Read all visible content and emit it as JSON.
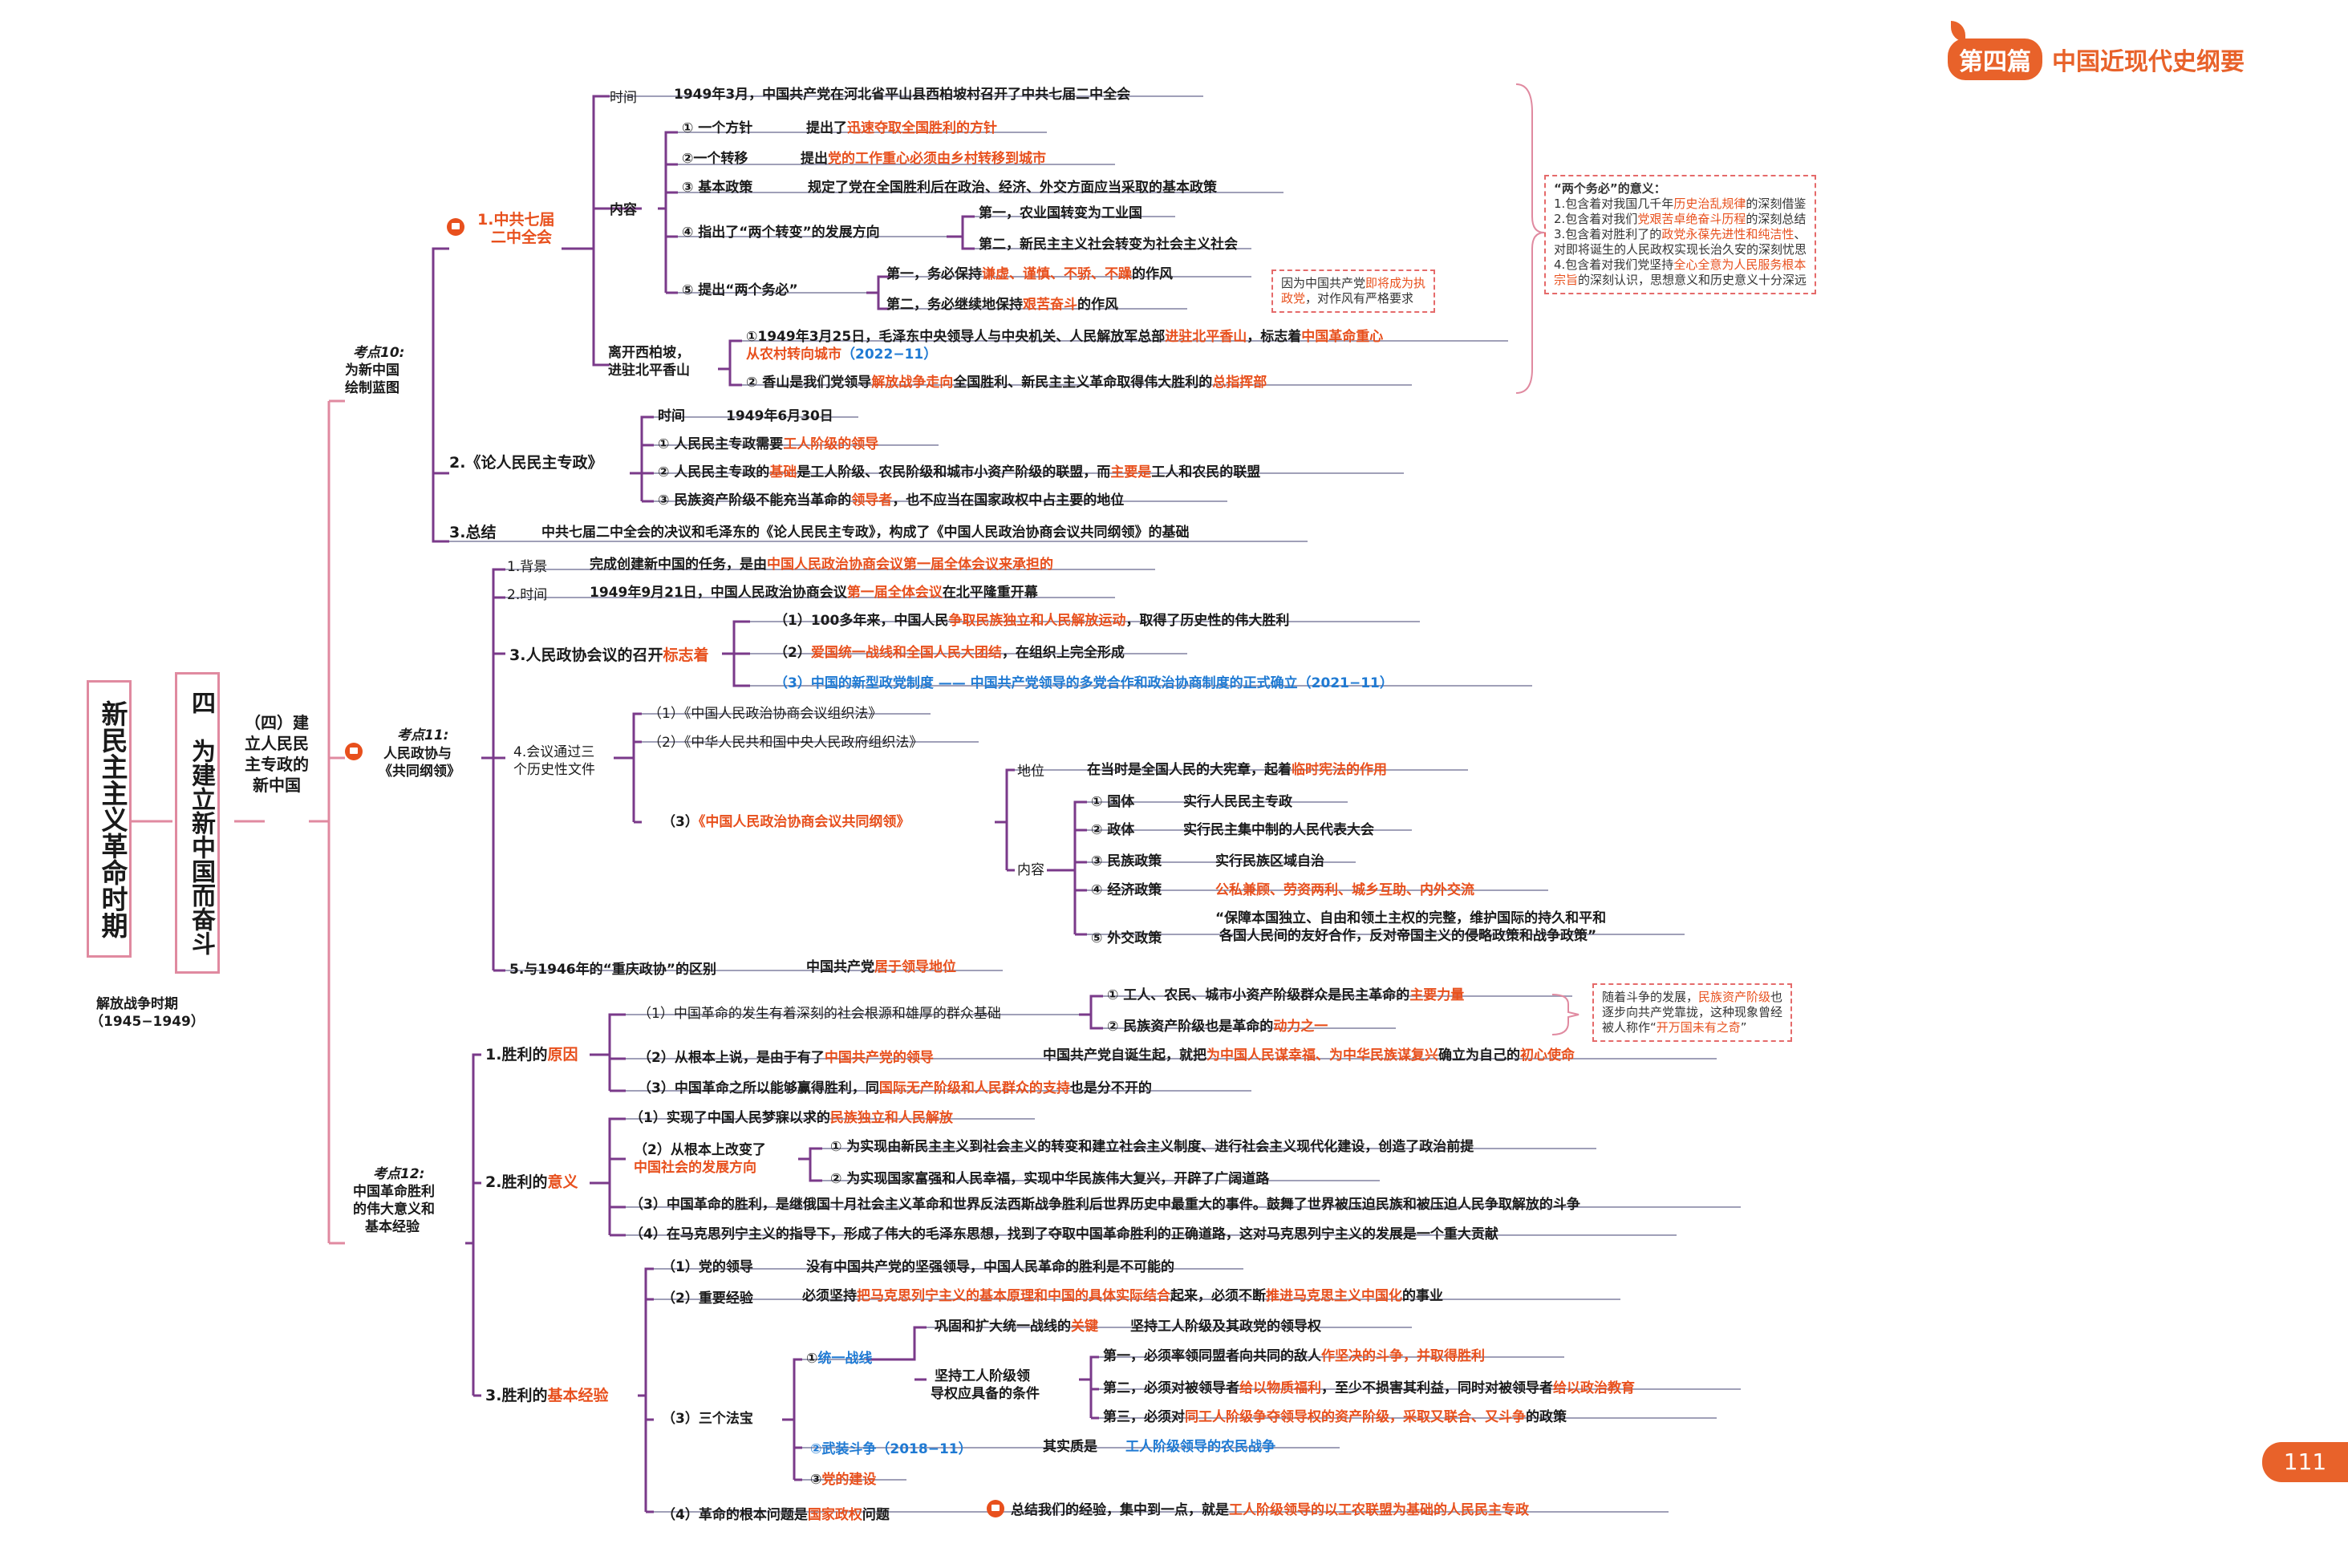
{
  "header": {
    "badge": "第四篇",
    "title": "中国近现代史纲要"
  },
  "page_number": "111",
  "left": {
    "period_title": "新民主主义革命时期",
    "period_years": "解放战争时期",
    "period_years2": "（1945−1949）",
    "chapter": "四　为建立新中国而奋斗",
    "section": "（四）建立人民民主专政的新中国"
  },
  "kd10": {
    "tag": "考点10:",
    "title1": "为新中国",
    "title2": "绘制蓝图",
    "s1": {
      "label1": "1.中共七届",
      "label2": "二中全会",
      "time_label": "时间",
      "time_value": "1949年3月，中国共产党在河北省平山县西柏坡村召开了中共七届二中全会",
      "content_label": "内容",
      "p1_label": "① 一个方针",
      "p1_pre": "提出了",
      "p1_hl": "迅速夺取全国胜利的方针",
      "p2_label": "②一个转移",
      "p2_pre": "提出",
      "p2_hl": "党的工作重心必须由乡村转移到城市",
      "p3_label": "③ 基本政策",
      "p3_text": "规定了党在全国胜利后在政治、经济、外交方面应当采取的基本政策",
      "p4_label": "④ 指出了“两个转变”的发展方向",
      "p4_a": "第一，农业国转变为工业国",
      "p4_b": "第二，新民主主义社会转变为社会主义社会",
      "p5_label": "⑤ 提出“两个务必”",
      "p5_a_pre": "第一，务必保持",
      "p5_a_hl": "谦虚、谨慎、不骄、不躁",
      "p5_a_post": "的作风",
      "p5_b_pre": "第二，务必继续地保持",
      "p5_b_hl": "艰苦奋斗",
      "p5_b_post": "的作风",
      "p5_note_pre": "因为中国共产党",
      "p5_note_hl": "即将成为执",
      "p5_note_hl2": "政党",
      "p5_note_post": "，对作风有严格要求",
      "leave_label1": "离开西柏坡，",
      "leave_label2": "进驻北平香山",
      "l1_pre": "①1949年3月25日，毛泽东中央领导人与中央机关、人民解放军总部",
      "l1_hl": "进驻北平香山",
      "l1_mid": "，标志着",
      "l1_hl2": "中国革命重心",
      "l1_hl3": "从农村转向城市",
      "l1_year": "（2022−11）",
      "l2_pre": "② 香山是我们党领导",
      "l2_hl": "解放战争走向",
      "l2_mid": "全国胜利、新民主主义革命取得伟大胜利的",
      "l2_hl2": "总指挥部"
    },
    "s2": {
      "label": "2.《论人民民主专政》",
      "time_label": "时间",
      "time_value": "1949年6月30日",
      "a_pre": "① 人民民主专政需要",
      "a_hl": "工人阶级的领导",
      "b_pre": "② 人民民主专政的",
      "b_hl": "基础",
      "b_mid": "是工人阶级、农民阶级和城市小资产阶级的联盟，而",
      "b_hl2": "主要是",
      "b_post": "工人和农民的联盟",
      "c_pre": "③ 民族资产阶级不能充当革命的",
      "c_hl": "领导者",
      "c_post": "，也不应当在国家政权中占主要的地位"
    },
    "s3": {
      "label": "3.总结",
      "text": "中共七届二中全会的决议和毛泽东的《论人民民主专政》，构成了《中国人民政治协商会议共同纲领》的基础"
    },
    "note": {
      "title": "“两个务必”的意义：",
      "l1_pre": "1.包含着对我国几千年",
      "l1_hl": "历史治乱规律",
      "l1_post": "的深刻借鉴",
      "l2_pre": "2.包含着对我们",
      "l2_hl": "党艰苦卓绝奋斗历程",
      "l2_post": "的深刻总结",
      "l3_pre": "3.包含着对胜利了的",
      "l3_hl": "政党永葆先进性和纯洁性",
      "l3_post": "、",
      "l4": "对即将诞生的人民政权实现长治久安的深刻忧思",
      "l5_pre": "4.包含着对我们党坚持",
      "l5_hl": "全心全意为人民服务根本",
      "l6_hl": "宗旨",
      "l6_post": "的深刻认识，思想意义和历史意义十分深远"
    }
  },
  "kd11": {
    "tag": "考点11:",
    "title1": "人民政协与",
    "title2": "《共同纲领》",
    "s1_label": "1.背景",
    "s1_pre": "完成创建新中国的任务，是由",
    "s1_hl": "中国人民政治协商会议第一届全体会议来承担的",
    "s2_label": "2.时间",
    "s2_pre": "1949年9月21日，中国人民政治协商会议",
    "s2_hl": "第一届全体会议",
    "s2_post": "在北平隆重开幕",
    "s3_label": "3.人民政协会议的召开",
    "s3_hl": "标志着",
    "s3_a_pre": "（1）100多年来，中国人民",
    "s3_a_hl": "争取民族独立和人民解放运动",
    "s3_a_post": "，取得了历史性的伟大胜利",
    "s3_b_pre": "（2）",
    "s3_b_hl": "爱国统一战线和全国人民大团结",
    "s3_b_post": "，在组织上完全形成",
    "s3_c": "（3）中国的新型政党制度 —— 中国共产党领导的多党合作和政治协商制度的正式确立（2021−11）",
    "s4_label1": "4.会议通过三",
    "s4_label2": "个历史性文件",
    "s4_a": "（1）《中国人民政治协商会议组织法》",
    "s4_b": "（2）《中华人民共和国中央人民政府组织法》",
    "s4_c_pre": "（3）",
    "s4_c_hl": "《中国人民政治协商会议共同纲领》",
    "pos_label": "地位",
    "pos_pre": "在当时是全国人民的大宪章，起着",
    "pos_hl": "临时宪法的作用",
    "content_label": "内容",
    "c1_label": "① 国体",
    "c1_text": "实行人民民主专政",
    "c2_label": "② 政体",
    "c2_text": "实行民主集中制的人民代表大会",
    "c3_label": "③ 民族政策",
    "c3_text": "实行民族区域自治",
    "c4_label": "④ 经济政策",
    "c4_hl": "公私兼顾、劳资两利、城乡互助、内外交流",
    "c5_label": "⑤ 外交政策",
    "c5_l1": "“保障本国独立、自由和领土主权的完整，维护国际的持久和平和",
    "c5_l2": "各国人民间的友好合作，反对帝国主义的侵略政策和战争政策”",
    "s5_label": "5.与1946年的“重庆政协”的区别",
    "s5_pre": "中国共产党",
    "s5_hl": "居于领导地位"
  },
  "kd12": {
    "tag": "考点12:",
    "title1": "中国革命胜利",
    "title2": "的伟大意义和",
    "title3": "基本经验",
    "r_label": "1.胜利的",
    "r_hl": "原因",
    "r1": "（1）中国革命的发生有着深刻的社会根源和雄厚的群众基础",
    "r1a_pre": "① 工人、农民、城市小资产阶级群众是民主革命的",
    "r1a_hl": "主要力量",
    "r1b_pre": "② 民族资产阶级也是革命的",
    "r1b_hl": "动力之一",
    "r_note_pre": "随着斗争的发展，",
    "r_note_hl": "民族资产阶级",
    "r_note_post": "也",
    "r_note_l2": "逐步向共产党靠拢，这种现象曾经",
    "r_note_l3_pre": "被人称作“",
    "r_note_l3_hl": "开万国未有之奇",
    "r_note_l3_post": "”",
    "r2_pre": "（2）从根本上说，是由于有了",
    "r2_hl": "中国共产党的领导",
    "r2_t_pre": "中国共产党自诞生起，就把",
    "r2_t_hl": "为中国人民谋幸福、为中华民族谋复兴",
    "r2_t_mid": "确立为自己的",
    "r2_t_hl2": "初心使命",
    "r3_pre": "（3）中国革命之所以能够赢得胜利，同",
    "r3_hl": "国际无产阶级和人民群众的支持",
    "r3_post": "也是分不开的",
    "m_label": "2.胜利的",
    "m_hl": "意义",
    "m1_pre": "（1）实现了中国人民梦寐以求的",
    "m1_hl": "民族独立和人民解放",
    "m2_l1": "（2）从根本上改变了",
    "m2_hl": "中国社会的发展方向",
    "m2a": "① 为实现由新民主主义到社会主义的转变和建立社会主义制度、进行社会主义现代化建设，创造了政治前提",
    "m2b": "② 为实现国家富强和人民幸福，实现中华民族伟大复兴，开辟了广阔道路",
    "m3": "（3）中国革命的胜利，是继俄国十月社会主义革命和世界反法西斯战争胜利后世界历史中最重大的事件。鼓舞了世界被压迫民族和被压迫人民争取解放的斗争",
    "m4": "（4）在马克思列宁主义的指导下，形成了伟大的毛泽东思想，找到了夺取中国革命胜利的正确道路，这对马克思列宁主义的发展是一个重大贡献",
    "e_label": "3.胜利的",
    "e_hl": "基本经验",
    "e1_label": "（1）党的领导",
    "e1_text": "没有中国共产党的坚强领导，中国人民革命的胜利是不可能的",
    "e2_label": "（2）重要经验",
    "e2_pre": "必须坚持",
    "e2_hl": "把马克思列宁主义的基本原理和中国的具体实际结合",
    "e2_mid": "起来，必须不断",
    "e2_hl2": "推进马克思主义中国化",
    "e2_post": "的事业",
    "e3_label": "（3）三个法宝",
    "e3a_label": "①",
    "e3a_hl": "统一战线",
    "e3a_k_pre": "巩固和扩大统一战线的",
    "e3a_k_hl": "关键",
    "e3a_k_post": "坚持工人阶级及其政党的领导权",
    "e3a_c1": "坚持工人阶级领",
    "e3a_c2": "导权应具备的条件",
    "e3a_c_1_pre": "第一，必须率领同盟者向共同的敌人",
    "e3a_c_1_hl": "作坚决的斗争，并取得胜利",
    "e3a_c_2_pre": "第二，必须对被领导者",
    "e3a_c_2_hl": "给以物质福利",
    "e3a_c_2_mid": "，至少不损害其利益，同时对被领导者",
    "e3a_c_2_hl2": "给以政治教育",
    "e3a_c_3_pre": "第三，必须对",
    "e3a_c_3_hl": "同工人阶级争夺领导权的资产阶级，采取又联合、又斗争",
    "e3a_c_3_post": "的政策",
    "e3b": "②武装斗争（2018−11）",
    "e3b_pre": "其实质是",
    "e3b_hl": "工人阶级领导的农民战争",
    "e3c_pre": "③",
    "e3c_hl": "党的建设",
    "e4_pre": "（4）革命的根本问题是",
    "e4_hl": "国家政权",
    "e4_post": "问题",
    "e4_sum_pre": "总结我们的经验，集中到一点，就是",
    "e4_sum_hl": "工人阶级领导的以工农联盟为基础的人民民主专政"
  }
}
